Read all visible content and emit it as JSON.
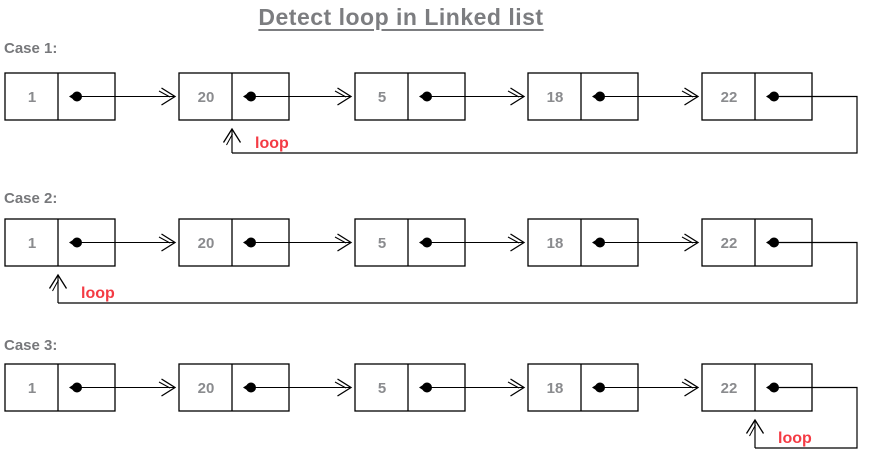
{
  "title": "Detect loop in Linked list",
  "cases": [
    {
      "label": "Case 1:",
      "values": [
        "1",
        "20",
        "5",
        "18",
        "22"
      ],
      "loop_label": "loop",
      "loop_from_value": "22",
      "loop_to_value": "20",
      "loop_to_index": 1
    },
    {
      "label": "Case 2:",
      "values": [
        "1",
        "20",
        "5",
        "18",
        "22"
      ],
      "loop_label": "loop",
      "loop_from_value": "22",
      "loop_to_value": "1",
      "loop_to_index": 0
    },
    {
      "label": "Case 3:",
      "values": [
        "1",
        "20",
        "5",
        "18",
        "22"
      ],
      "loop_label": "loop",
      "loop_from_value": "22",
      "loop_to_value": "22",
      "loop_to_index": 4
    }
  ],
  "colors": {
    "background": "#ffffff",
    "title_text": "#7c7d80",
    "case_label_text": "#77787b",
    "node_value_text": "#8a8b8e",
    "loop_label_text": "#f43b44",
    "line": "#000000"
  }
}
